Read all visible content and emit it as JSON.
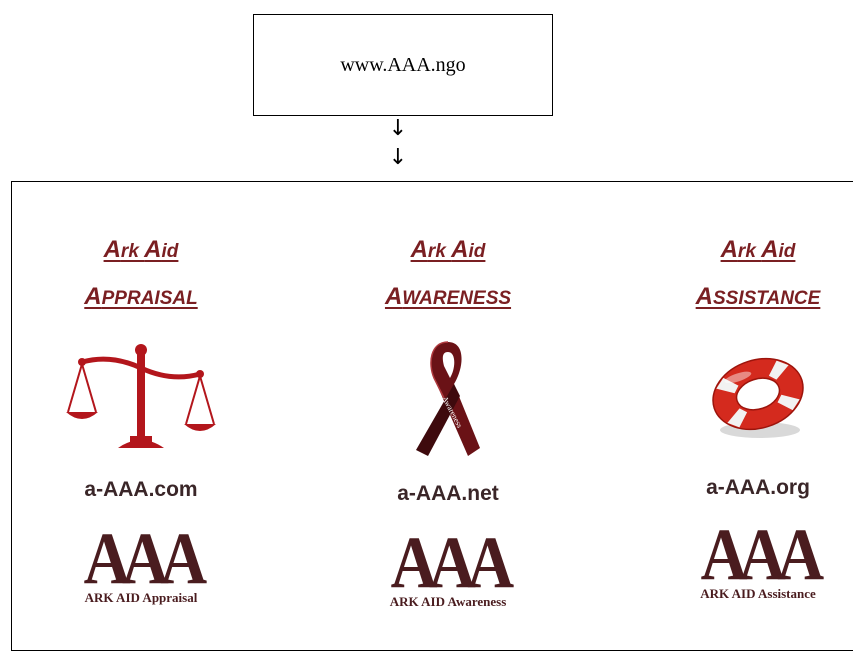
{
  "top_node": {
    "label": "www.AAA.ngo"
  },
  "connector": {
    "glyph": "↓"
  },
  "columns": [
    {
      "title_line1_first": "A",
      "title_line1_first_rest": "rk ",
      "title_line1_second": "A",
      "title_line1_second_rest": "id",
      "title_line2_cap": "A",
      "title_line2_rest": "PPRAISAL",
      "icon": "scales-of-justice-icon",
      "domain": "a-AAA.com",
      "logo_text": "AAA",
      "logo_sub": "ARK AID Appraisal"
    },
    {
      "title_line1_first": "A",
      "title_line1_first_rest": "rk ",
      "title_line1_second": "A",
      "title_line1_second_rest": "id",
      "title_line2_cap": "A",
      "title_line2_rest": "WARENESS",
      "icon": "awareness-ribbon-icon",
      "ribbon_text": "Awareness",
      "domain": "a-AAA.net",
      "logo_text": "AAA",
      "logo_sub": "ARK AID Awareness"
    },
    {
      "title_line1_first": "A",
      "title_line1_first_rest": "rk ",
      "title_line1_second": "A",
      "title_line1_second_rest": "id",
      "title_line2_cap": "A",
      "title_line2_rest": "SSISTANCE",
      "icon": "life-buoy-icon",
      "domain": "a-AAA.org",
      "logo_text": "AAA",
      "logo_sub": "ARK AID Assistance"
    }
  ],
  "colors": {
    "title": "#7a1f22",
    "logo": "#4a1c1f",
    "icon_red": "#b3161c",
    "domain_text": "#3a2628"
  }
}
